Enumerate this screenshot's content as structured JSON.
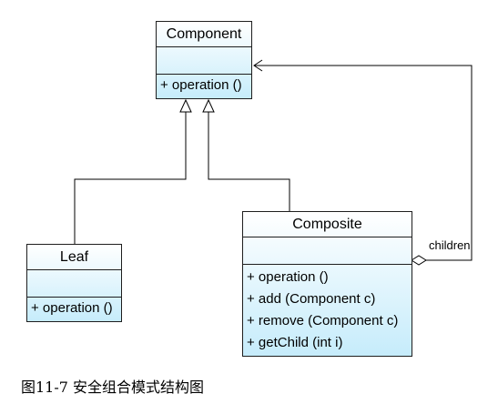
{
  "diagram": {
    "classes": {
      "component": {
        "name": "Component",
        "operations": [
          "+ operation ()"
        ]
      },
      "leaf": {
        "name": "Leaf",
        "operations": [
          "+ operation ()"
        ]
      },
      "composite": {
        "name": "Composite",
        "operations": [
          "+ operation ()",
          "+ add (Component c)",
          "+ remove (Component c)",
          "+ getChild (int i)"
        ]
      }
    },
    "association_label": "children",
    "caption": "图11-7 安全组合模式结构图"
  }
}
